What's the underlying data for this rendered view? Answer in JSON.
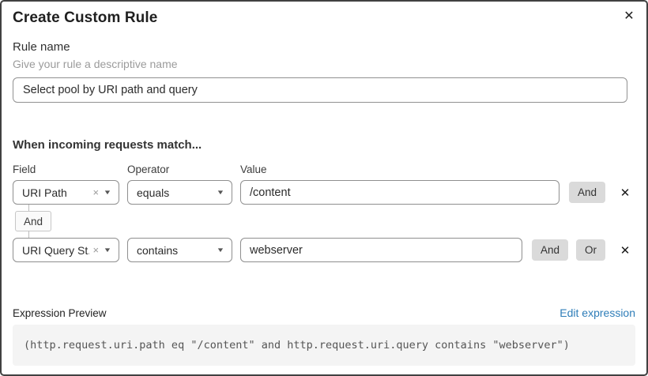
{
  "dialog": {
    "title": "Create Custom Rule"
  },
  "icons": {
    "close": "✕",
    "clear": "×",
    "caret": "▼",
    "delete": "✕"
  },
  "rule_name": {
    "label": "Rule name",
    "helper": "Give your rule a descriptive name",
    "value": "Select pool by URI path and query"
  },
  "matcher": {
    "heading": "When incoming requests match...",
    "columns": {
      "field": "Field",
      "operator": "Operator",
      "value": "Value"
    },
    "connector": "And",
    "rows": [
      {
        "field": "URI Path",
        "operator": "equals",
        "value": "/content",
        "buttons": [
          "And"
        ]
      },
      {
        "field": "URI Query St...",
        "operator": "contains",
        "value": "webserver",
        "buttons": [
          "And",
          "Or"
        ]
      }
    ]
  },
  "expression": {
    "label": "Expression Preview",
    "edit_link": "Edit expression",
    "code": "(http.request.uri.path eq \"/content\" and http.request.uri.query contains \"webserver\")"
  },
  "colors": {
    "link_blue": "#2e7db8",
    "logic_button_bg": "#dadada",
    "code_bg": "#f4f4f4",
    "dialog_border": "#414141"
  }
}
